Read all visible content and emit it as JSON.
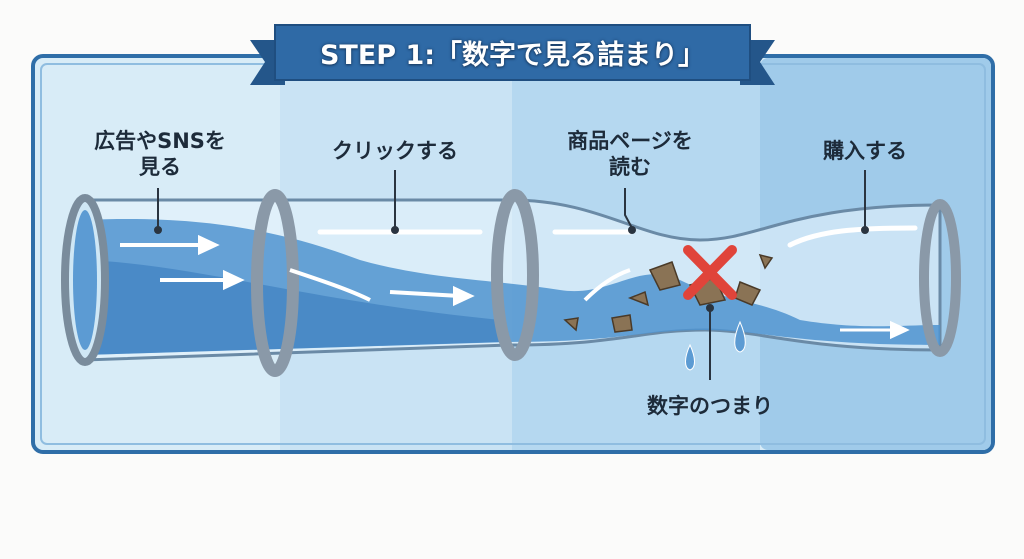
{
  "banner": {
    "title": "STEP 1:「数字で見る詰まり」"
  },
  "stages": [
    {
      "label": "広告やSNSを\n見る"
    },
    {
      "label": "クリックする"
    },
    {
      "label": "商品ページを\n読む"
    },
    {
      "label": "購入する"
    }
  ],
  "blockage": {
    "label": "数字のつまり"
  },
  "colors": {
    "frame": "#2f6ea8",
    "banner": "#2f6aa6",
    "water": "#4f93cf",
    "cross": "#e0443a"
  }
}
